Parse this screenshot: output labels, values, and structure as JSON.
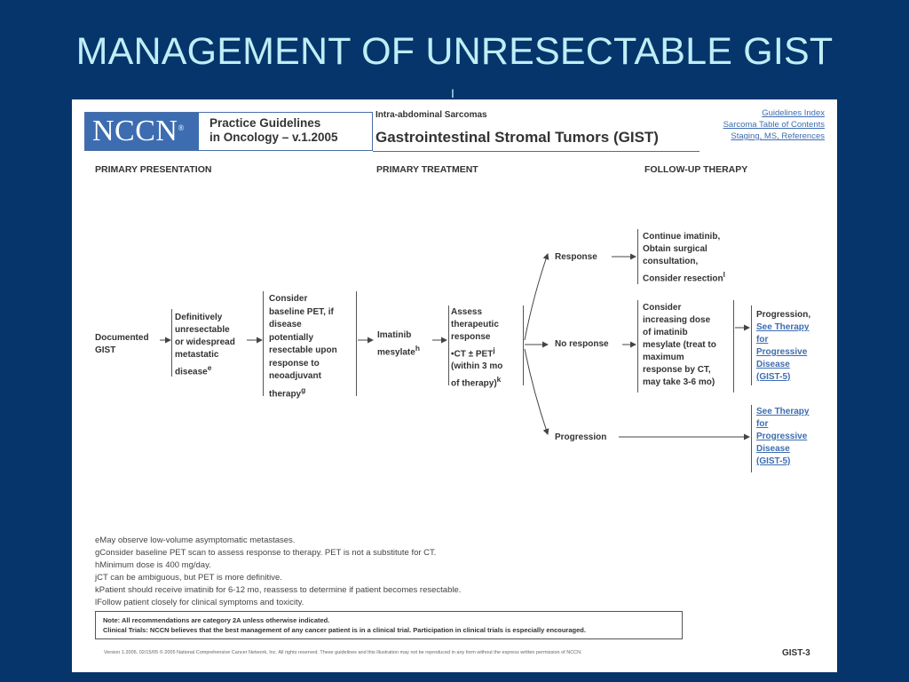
{
  "slide": {
    "title": "MANAGEMENT OF UNRESECTABLE GIST",
    "title_overflow": "I"
  },
  "doc": {
    "logo": "NCCN",
    "logo_mark": "®",
    "guidelines_line1": "Practice Guidelines",
    "guidelines_line2": "in Oncology – v.1.2005",
    "subtitle": "Intra-abdominal Sarcomas",
    "main_title": "Gastrointestinal Stromal Tumors (GIST)",
    "links": [
      "Guidelines Index",
      "Sarcoma Table of Contents",
      "Staging, MS, References"
    ],
    "columns": [
      "PRIMARY PRESENTATION",
      "PRIMARY TREATMENT",
      "FOLLOW-UP THERAPY"
    ],
    "flow": {
      "documented": [
        "Documented",
        "GIST"
      ],
      "definitively": [
        "Definitively",
        "unresectable",
        "or widespread",
        "metastatic",
        "disease"
      ],
      "definitively_sup": "e",
      "consider_pet": [
        "Consider",
        "baseline PET, if",
        "disease",
        "potentially",
        "resectable upon",
        "response to",
        "neoadjuvant",
        "therapy"
      ],
      "consider_pet_sup": "g",
      "imatinib": [
        "Imatinib",
        "mesylate"
      ],
      "imatinib_sup": "h",
      "assess": [
        "Assess",
        "therapeutic",
        "response",
        "•CT ± PET",
        "(within 3 mo",
        "of therapy)"
      ],
      "assess_sup_pet": "j",
      "assess_sup_k": "k",
      "response": "Response",
      "no_response": "No response",
      "progression": "Progression",
      "continue": [
        "Continue imatinib,",
        "Obtain surgical",
        "consultation,",
        "Consider resection"
      ],
      "continue_sup": "l",
      "consider_dose": [
        "Consider",
        "increasing dose",
        "of imatinib",
        "mesylate (treat to",
        "maximum",
        "response by CT,",
        "may take 3-6 mo)"
      ],
      "progression_result_prefix": "Progression,",
      "see_therapy_1": [
        "See Therapy",
        "for",
        "Progressive",
        "Disease",
        "(GIST-5)"
      ],
      "see_therapy_2": [
        "See Therapy",
        "for",
        "Progressive",
        "Disease",
        "(GIST-5)"
      ]
    },
    "footnotes": [
      "eMay observe low-volume asymptomatic metastases.",
      "gConsider baseline PET scan to assess response to therapy. PET is not a substitute for CT.",
      "hMinimum dose is 400 mg/day.",
      "jCT can be ambiguous, but PET is more definitive.",
      "kPatient should receive imatinib for 6-12 mo, reassess to determine if patient becomes resectable.",
      "lFollow patient closely for clinical symptoms and toxicity."
    ],
    "note_line1": "Note: All recommendations are category 2A unless otherwise indicated.",
    "note_line2": "Clinical Trials: NCCN believes that the best management of any cancer patient is in a clinical trial. Participation in clinical trials is especially encouraged.",
    "version": "Version 1.2005, 02/15/05 © 2005 National Comprehensive Cancer Network, Inc. All rights reserved. These guidelines and this illustration may not be reproduced in any form without the express written permission of NCCN.",
    "page": "GIST-3"
  },
  "colors": {
    "background": "#06356b",
    "title": "#bfeef7",
    "nccn_blue": "#3d6db0"
  }
}
